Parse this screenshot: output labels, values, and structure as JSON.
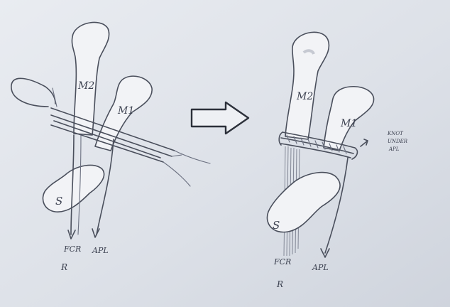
{
  "left": {
    "labels": {
      "m2": "M2",
      "m1": "M1",
      "s": "S",
      "fcr": "FCR",
      "apl": "APL",
      "r": "R"
    }
  },
  "right": {
    "labels": {
      "m2": "M2",
      "m1": "M1",
      "s": "S",
      "fcr": "FCR",
      "apl": "APL",
      "r": "R",
      "knot": [
        "KNOT",
        "UNDER",
        "APL"
      ]
    }
  },
  "arrow": {
    "meaning": "transition"
  },
  "colors": {
    "paper": "#dfe3ea",
    "ink": "#4a4f5c",
    "bone": "#f2f3f6"
  }
}
